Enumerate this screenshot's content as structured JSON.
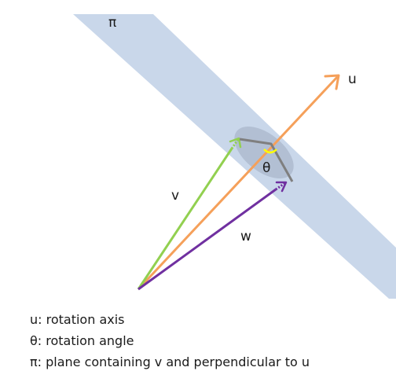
{
  "labels": {
    "plane": "π",
    "axis": "u",
    "vector_v": "v",
    "vector_w": "w",
    "angle": "θ"
  },
  "legend": [
    "u: rotation axis",
    "θ: rotation angle",
    "π: plane containing v and perpendicular to u"
  ],
  "colors": {
    "plane": "#c9d7ea",
    "angle_ellipse": "#a9b7cb",
    "axis_u": "#f5a05a",
    "vector_v": "#92d050",
    "vector_w": "#7030a0",
    "rotation_arc": "#7f7f7f",
    "angle_mark": "#ffff00"
  }
}
